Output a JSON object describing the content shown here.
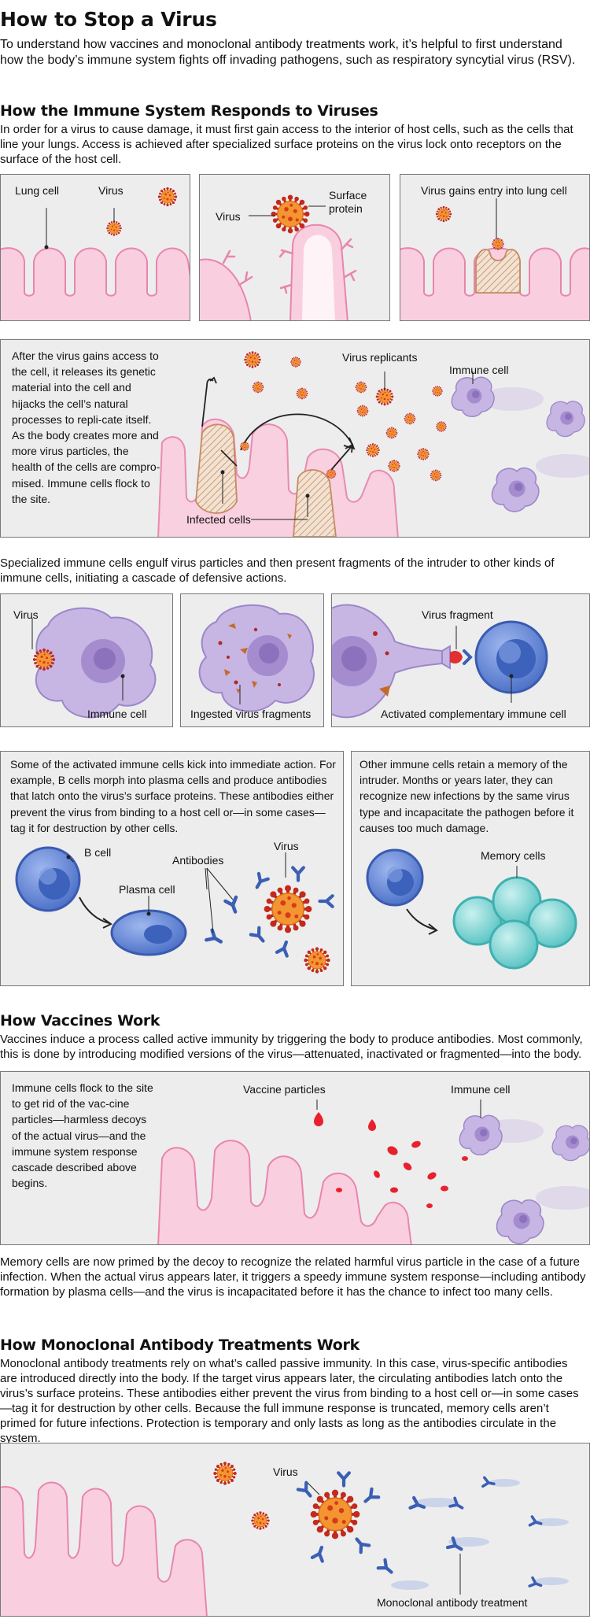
{
  "title": "How to Stop a Virus",
  "intro": "To understand how vaccines and monoclonal antibody treatments work, it’s helpful to first understand how the body’s immune system fights off invading pathogens, such as respiratory syncytial virus (RSV).",
  "immune": {
    "heading": "How the Immune System Responds to Viruses",
    "text": "In order for a virus to cause damage, it must first gain access to the interior of host cells, such as the cells that line your lungs. Access is achieved after specialized surface proteins on the virus lock onto receptors on the surface of the host cell.",
    "panel1": {
      "lung_cell": "Lung cell",
      "virus": "Virus"
    },
    "panel2": {
      "virus": "Virus",
      "surface_protein": "Surface\nprotein"
    },
    "panel3": {
      "entry": "Virus gains entry into lung cell"
    },
    "replication": {
      "text": "After the virus gains access to the cell, it releases its genetic material into the cell and hijacks the cell’s natural processes to repli-cate itself. As the body creates more and more virus particles, the health of the cells are compro-mised. Immune cells flock to the site.",
      "replicants": "Virus replicants",
      "immune_cell": "Immune cell",
      "infected": "Infected cells"
    },
    "engulf_text": "Specialized immune cells engulf virus particles and then present fragments of the intruder to other kinds of immune cells, initiating a cascade of defensive actions.",
    "engulf": {
      "virus": "Virus",
      "immune_cell": "Immune cell",
      "ingested": "Ingested virus fragments",
      "fragment": "Virus fragment",
      "activated": "Activated complementary immune cell"
    },
    "action": {
      "text": "Some of the activated immune cells kick into immediate action. For example, B cells morph into plasma cells and produce antibodies that latch onto the virus’s surface proteins. These antibodies either prevent the virus from binding to a host cell or—in some cases—tag it for destruction by other cells.",
      "b_cell": "B cell",
      "plasma": "Plasma cell",
      "antibodies": "Antibodies",
      "virus": "Virus"
    },
    "memory": {
      "text": "Other immune cells retain a memory of the intruder. Months or years later, they can recognize new infections by the same virus type and incapacitate the pathogen before it causes too much damage.",
      "label": "Memory cells"
    }
  },
  "vaccines": {
    "heading": "How Vaccines Work",
    "text": "Vaccines induce a process called active immunity by triggering the body to produce antibodies. Most commonly, this is done by introducing modified versions of the virus—attenuated, inactivated or fragmented—into the body.",
    "panel_text": "Immune cells flock to the site to get rid of the vac-cine particles—harmless decoys of the actual virus—and the immune system response cascade described above begins.",
    "particles": "Vaccine particles",
    "immune_cell": "Immune cell",
    "after": "Memory cells are now primed by the decoy to recognize the related harmful virus particle in the case of a future infection. When the actual virus appears later, it triggers a speedy immune system response—including antibody formation by plasma cells—and the virus is incapacitated before it has the chance to infect too many cells."
  },
  "monoclonal": {
    "heading": "How Monoclonal Antibody Treatments Work",
    "text": "Monoclonal antibody treatments rely on what’s called passive immunity. In this case, virus-specific antibodies are introduced directly into the body. If the target virus appears later, the circulating antibodies latch onto the virus’s surface proteins. These antibodies either prevent the virus from binding to a host cell or—in some cases—tag it for destruction by other cells. Because the full immune response is truncated, memory cells aren’t primed for future infections. Protection is temporary and only lasts as long as the antibodies circulate in the system.",
    "virus": "Virus",
    "treatment": "Monoclonal antibody treatment"
  },
  "colors": {
    "panel_bg": "#ededed",
    "cell_pink": "#f9cfe0",
    "cell_stroke": "#e985ad",
    "virus_orange": "#f07d22",
    "virus_red": "#c02a1a",
    "immune_purple": "#b9a4d8",
    "bcell_blue": "#4f73c9",
    "memory_teal": "#6fd0cf",
    "antibody_blue": "#3e62b5",
    "vaccine_red": "#e6242e"
  }
}
